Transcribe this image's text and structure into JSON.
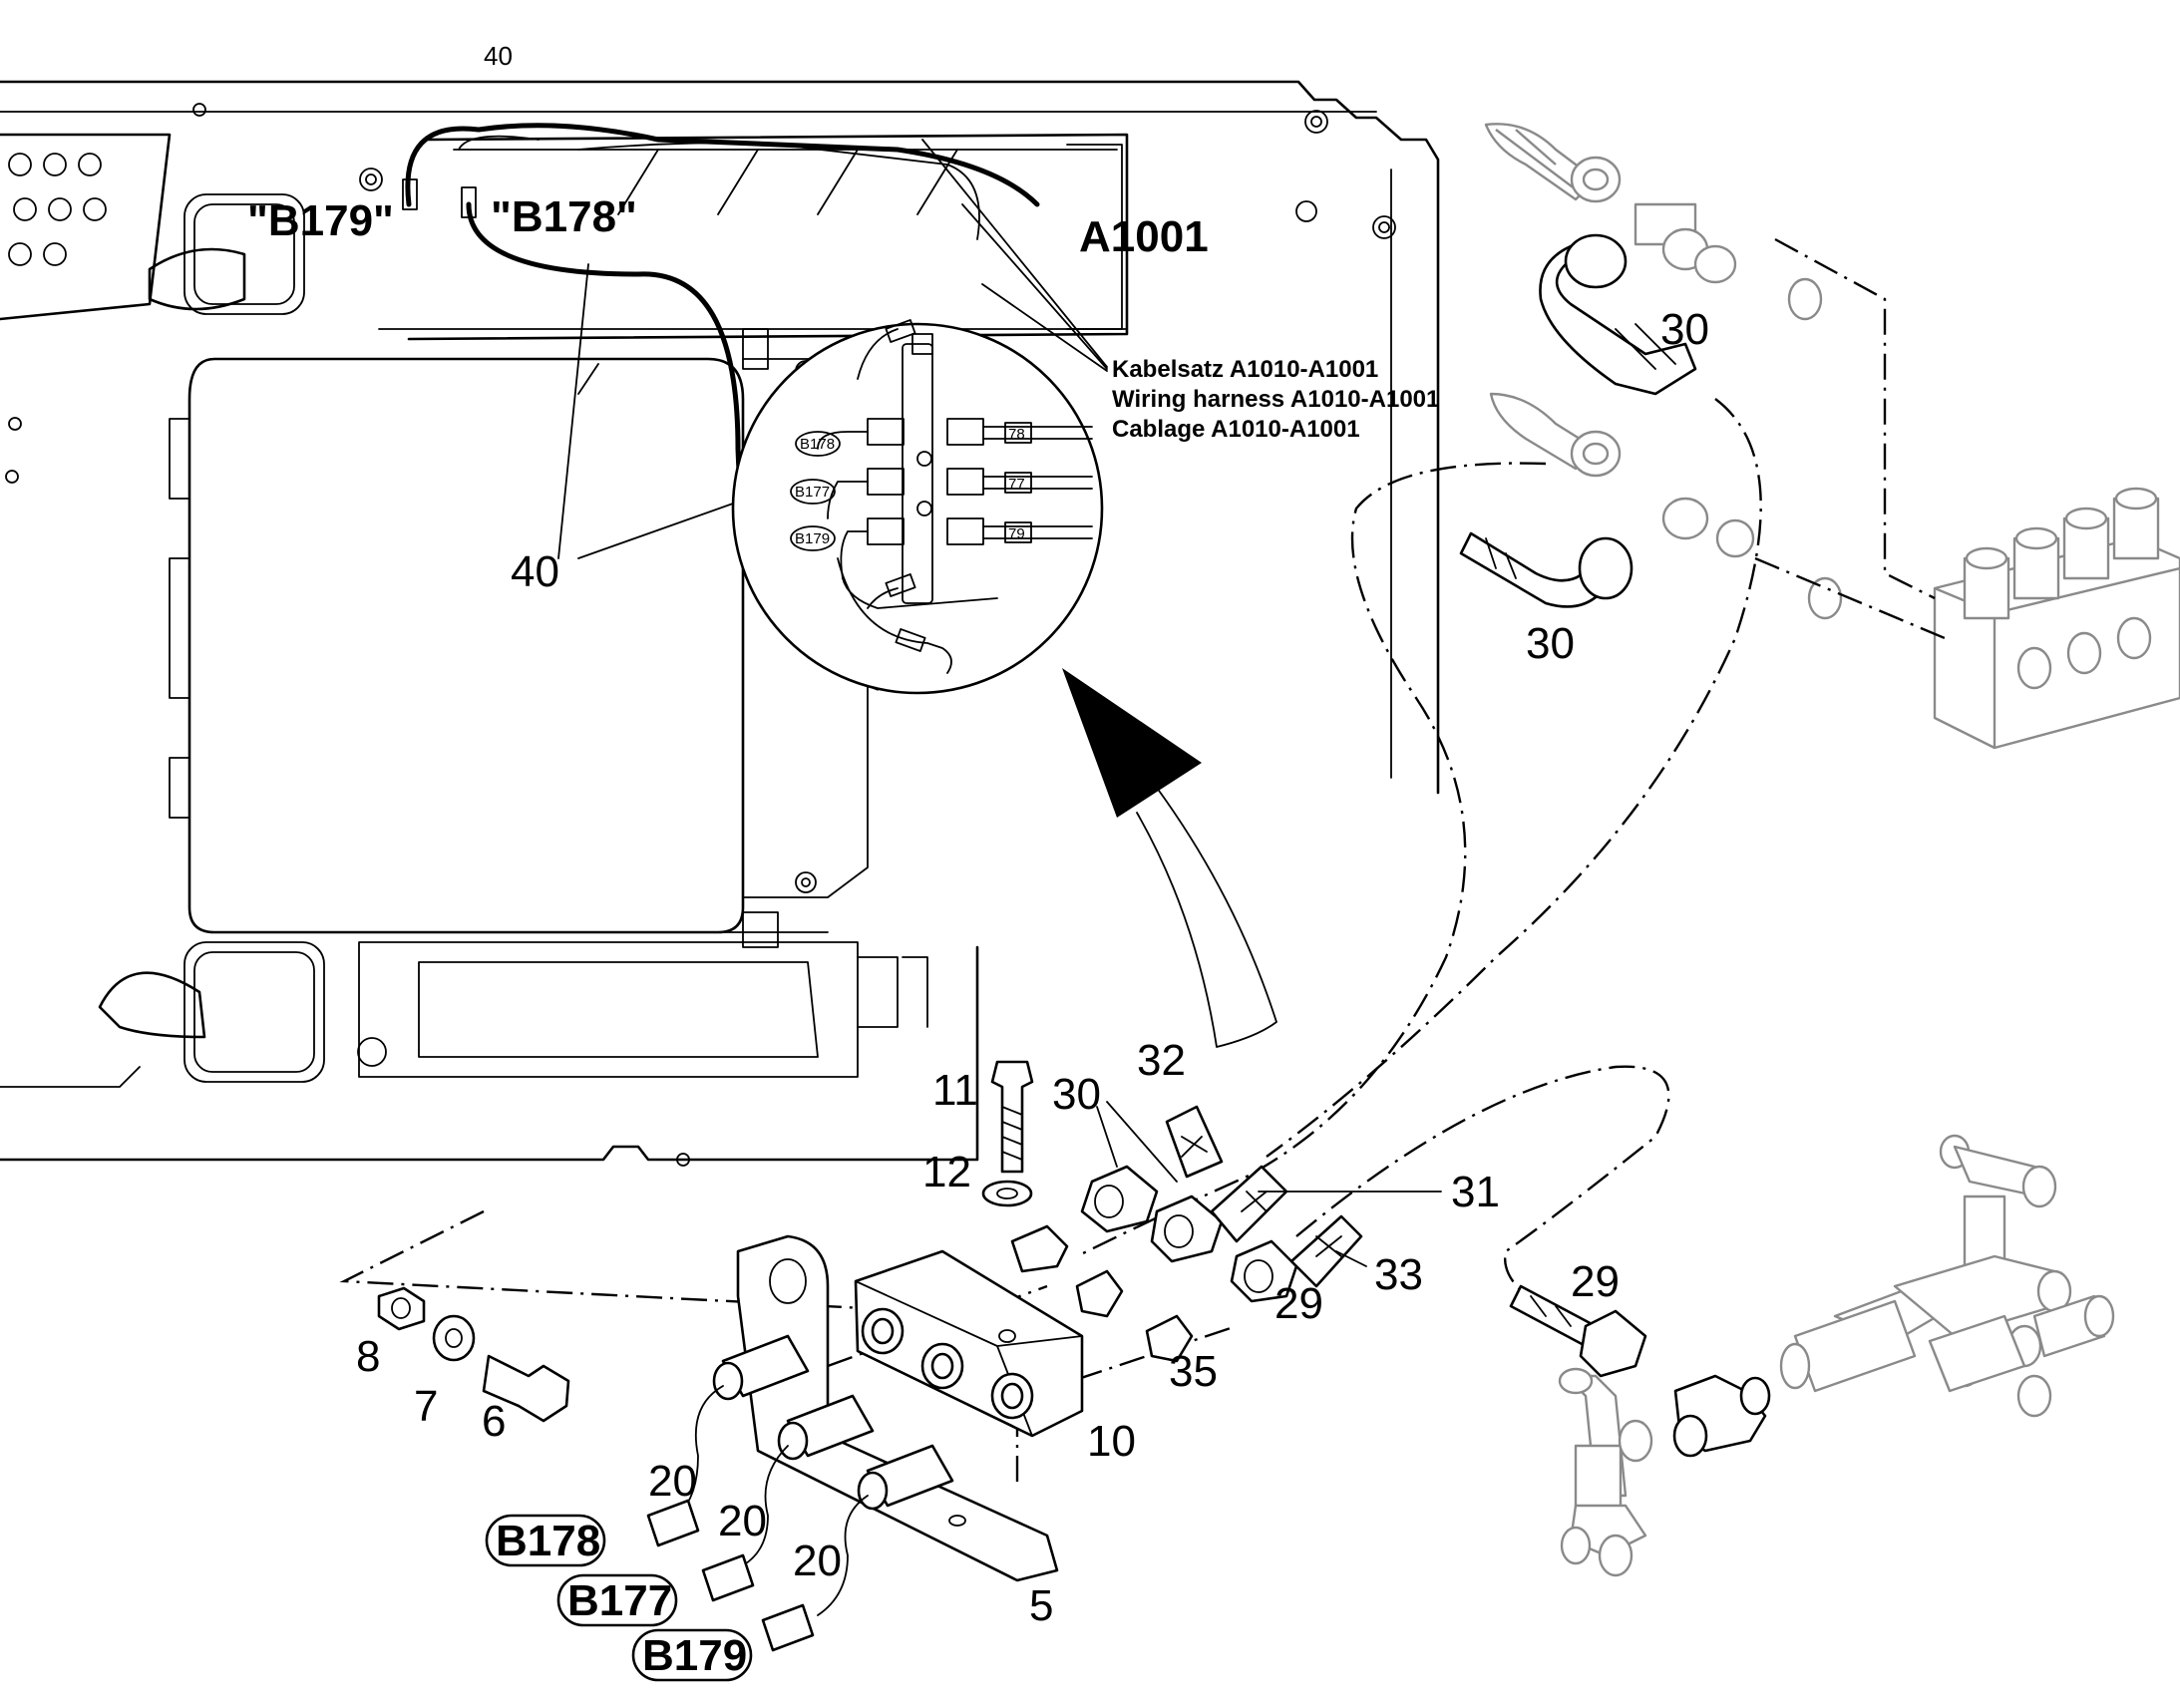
{
  "header": {
    "top_label": "40"
  },
  "harness_labels": {
    "b179": "\"B179\"",
    "b178": "\"B178\"",
    "a1001": "A1001"
  },
  "harness_callout": {
    "line1": "Kabelsatz A1010-A1001",
    "line2": "Wiring harness A1010-A1001",
    "line3": "Cablage A1010-A1001"
  },
  "detail_labels": {
    "b178": "B178",
    "b177": "B177",
    "b179": "B179",
    "n78": "78",
    "n77": "77",
    "n79": "79"
  },
  "part_numbers": {
    "p40": "40",
    "p30_upper": "30",
    "p30_middle": "30",
    "p30_lower": "30",
    "p32": "32",
    "p11": "11",
    "p12": "12",
    "p31": "31",
    "p33": "33",
    "p29_center": "29",
    "p29_right": "29",
    "p35": "35",
    "p10": "10",
    "p8": "8",
    "p7": "7",
    "p6": "6",
    "p20_a": "20",
    "p20_b": "20",
    "p20_c": "20",
    "p5": "5"
  },
  "sensor_tags": {
    "b178": "B178",
    "b177": "B177",
    "b179": "B179"
  }
}
